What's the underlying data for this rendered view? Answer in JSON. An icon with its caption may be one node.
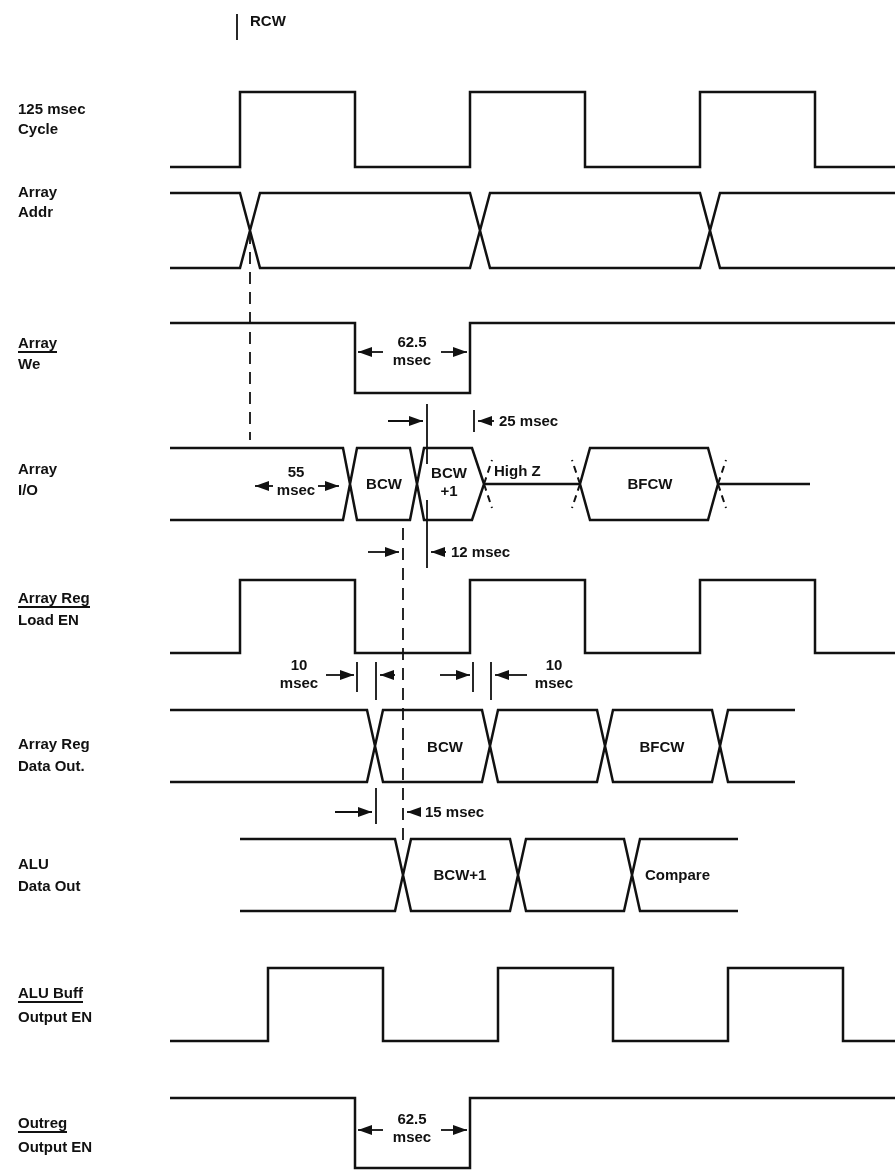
{
  "diagram": {
    "labels": [
      "RCW",
      "125 msec",
      "Cycle",
      "Array",
      "Addr",
      "Array",
      "We",
      "62.5 msec",
      "25 msec",
      "Array",
      "I/O",
      "55 msec",
      "BCW",
      "BCW +1",
      "High Z",
      "BFCW",
      "12 msec",
      "Array Reg",
      "Load EN",
      "10 msec",
      "10 msec",
      "Array Reg",
      "Data Out.",
      "BCW",
      "BFCW",
      "15 msec",
      "ALU",
      "Data Out",
      "BCW+1",
      "Compare",
      "ALU Buff",
      "Output EN",
      "Outreg",
      "Output EN",
      "62.5 msec"
    ]
  }
}
